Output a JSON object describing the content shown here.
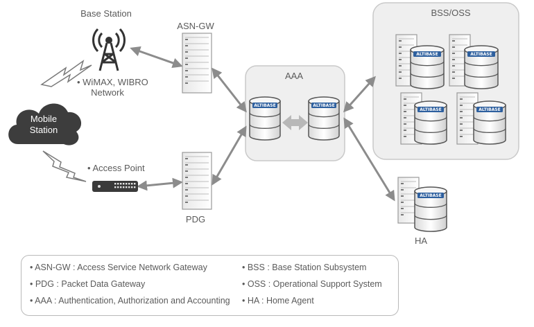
{
  "nodes": {
    "base_station": "Base Station",
    "wimax_line1": "• WiMAX, WIBRO",
    "wimax_line2": "Network",
    "mobile_line1": "Mobile",
    "mobile_line2": "Station",
    "access_point": "• Access Point",
    "asn_gw": "ASN-GW",
    "pdg": "PDG",
    "aaa": "AAA",
    "bss_oss": "BSS/OSS",
    "ha": "HA"
  },
  "badge": "ALTIBASE",
  "legend": {
    "left": [
      "• ASN-GW : Access Service Network Gateway",
      "• PDG : Packet Data Gateway",
      "• AAA : Authentication, Authorization and Accounting"
    ],
    "right": [
      "• BSS : Base Station Subsystem",
      "• OSS : Operational Support System",
      "• HA : Home Agent"
    ]
  },
  "colors": {
    "cloud": "#3d3d3d",
    "arrow": "#8c8c8c",
    "group_fill": "#efefef",
    "group_stroke": "#c9c9c9",
    "badge": "#2d5f9e"
  }
}
